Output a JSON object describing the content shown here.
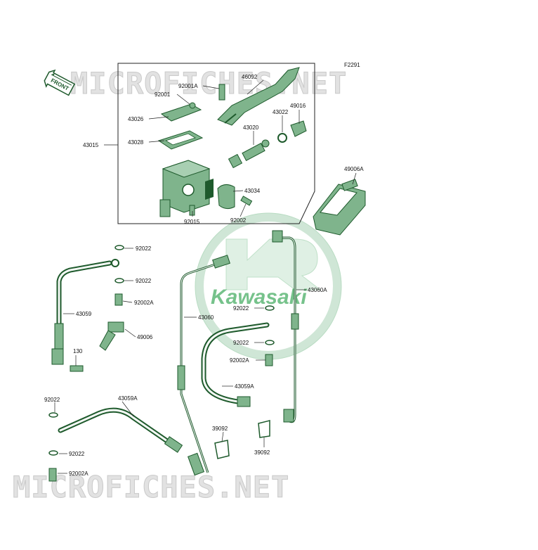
{
  "diagram_code": "F2291",
  "front_label": "FRONT",
  "watermarks": {
    "top": "MICROFICHES.NET",
    "bottom": "MICROFICHES.NET"
  },
  "brand": {
    "name": "Kawasaki",
    "color": "#1e8a3c"
  },
  "parts": {
    "p46092": "46092",
    "p92001A": "92001A",
    "p92001": "92001",
    "p43026": "43026",
    "p43028": "43028",
    "p43015": "43015",
    "p43022": "43022",
    "p49016": "49016",
    "p43020": "43020",
    "p43034": "43034",
    "p92015": "92015",
    "p92002": "92002",
    "p49006A": "49006A",
    "p92022a": "92022",
    "p92022b": "92022",
    "p92002A_1": "92002A",
    "p43059": "43059",
    "p49006": "49006",
    "p130": "130",
    "p43060": "43060",
    "p43060A": "43060A",
    "p92022c": "92022",
    "p92022d": "92022",
    "p92002A_2": "92002A",
    "p43059A_r": "43059A",
    "p92022e": "92022",
    "p43059A_l": "43059A",
    "p39092a": "39092",
    "p39092b": "39092",
    "p92022f": "92022",
    "p92002A_3": "92002A"
  }
}
